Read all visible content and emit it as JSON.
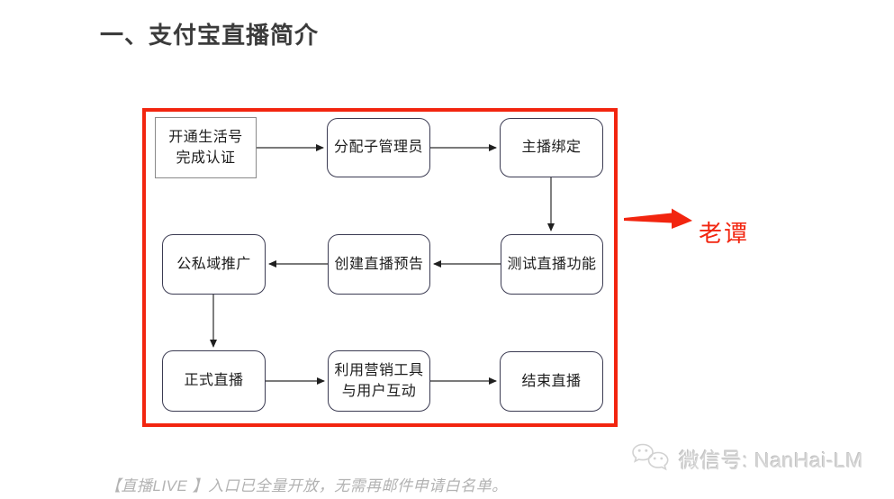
{
  "page": {
    "title": "一、支付宝直播简介",
    "caption": "【直播LIVE 】入口已全量开放，无需再邮件申请白名单。",
    "watermark_text": "微信号: NanHai-LM"
  },
  "annotation": {
    "label": "老谭",
    "color": "#f2250f"
  },
  "flowchart": {
    "frame_color": "#f2250f",
    "node_border_color": "#3b3b52",
    "nodes": [
      {
        "id": "n1",
        "label": "开通生活号\n完成认证",
        "shape": "rectangle"
      },
      {
        "id": "n2",
        "label": "分配子管理员",
        "shape": "rounded"
      },
      {
        "id": "n3",
        "label": "主播绑定",
        "shape": "rounded"
      },
      {
        "id": "n4",
        "label": "公私域推广",
        "shape": "rounded"
      },
      {
        "id": "n5",
        "label": "创建直播预告",
        "shape": "rounded"
      },
      {
        "id": "n6",
        "label": "测试直播功能",
        "shape": "rounded"
      },
      {
        "id": "n7",
        "label": "正式直播",
        "shape": "rounded"
      },
      {
        "id": "n8",
        "label": "利用营销工具\n与用户互动",
        "shape": "rounded"
      },
      {
        "id": "n9",
        "label": "结束直播",
        "shape": "rounded"
      }
    ],
    "edges": [
      {
        "from": "n1",
        "to": "n2"
      },
      {
        "from": "n2",
        "to": "n3"
      },
      {
        "from": "n3",
        "to": "n6"
      },
      {
        "from": "n6",
        "to": "n5"
      },
      {
        "from": "n5",
        "to": "n4"
      },
      {
        "from": "n4",
        "to": "n7"
      },
      {
        "from": "n7",
        "to": "n8"
      },
      {
        "from": "n8",
        "to": "n9"
      }
    ]
  }
}
